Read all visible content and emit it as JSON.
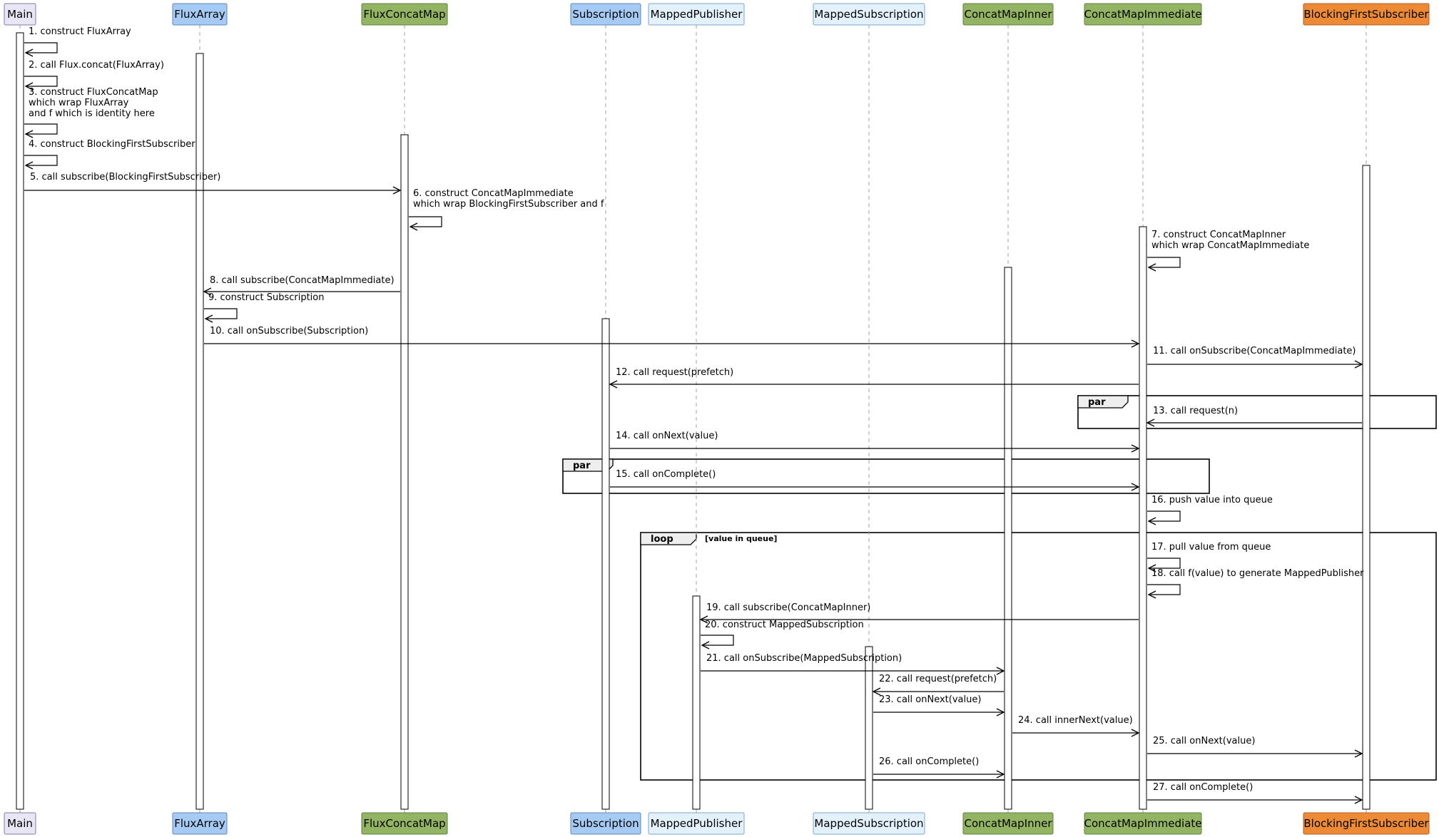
{
  "participants": [
    {
      "key": "main",
      "label": "Main",
      "fill": "#e8e6f4",
      "stroke": "#7f7f9f"
    },
    {
      "key": "fluxarray",
      "label": "FluxArray",
      "fill": "#a5cbf5",
      "stroke": "#5f87b7"
    },
    {
      "key": "fluxconcatmap",
      "label": "FluxConcatMap",
      "fill": "#93b463",
      "stroke": "#5f7f3f"
    },
    {
      "key": "subscription",
      "label": "Subscription",
      "fill": "#a5cbf5",
      "stroke": "#5f87b7"
    },
    {
      "key": "mappedpublisher",
      "label": "MappedPublisher",
      "fill": "#e3f1fc",
      "stroke": "#7fa5c7"
    },
    {
      "key": "mappedsubscription",
      "label": "MappedSubscription",
      "fill": "#e3f1fc",
      "stroke": "#7fa5c7"
    },
    {
      "key": "concatmapinner",
      "label": "ConcatMapInner",
      "fill": "#93b463",
      "stroke": "#5f7f3f"
    },
    {
      "key": "concatmapimmediate",
      "label": "ConcatMapImmediate",
      "fill": "#93b463",
      "stroke": "#5f7f3f"
    },
    {
      "key": "blockingfirstsubscriber",
      "label": "BlockingFirstSubscriber",
      "fill": "#ec8a35",
      "stroke": "#b7601f"
    }
  ],
  "messages": [
    {
      "n": 1,
      "from": "main",
      "to": "main",
      "lines": [
        "1. construct FluxArray"
      ]
    },
    {
      "n": 2,
      "from": "main",
      "to": "main",
      "lines": [
        "2. call Flux.concat(FluxArray)"
      ]
    },
    {
      "n": 3,
      "from": "main",
      "to": "main",
      "lines": [
        "3. construct FluxConcatMap",
        "which wrap FluxArray",
        "and f which is identity here"
      ]
    },
    {
      "n": 4,
      "from": "main",
      "to": "main",
      "lines": [
        "4. construct BlockingFirstSubscriber"
      ]
    },
    {
      "n": 5,
      "from": "main",
      "to": "fluxconcatmap",
      "lines": [
        "5. call subscribe(BlockingFirstSubscriber)"
      ]
    },
    {
      "n": 6,
      "from": "fluxconcatmap",
      "to": "fluxconcatmap",
      "lines": [
        "6. construct ConcatMapImmediate",
        "which wrap BlockingFirstSubscriber and f"
      ]
    },
    {
      "n": 7,
      "from": "concatmapimmediate",
      "to": "concatmapimmediate",
      "lines": [
        "7. construct ConcatMapInner",
        "which wrap ConcatMapImmediate"
      ]
    },
    {
      "n": 8,
      "from": "fluxconcatmap",
      "to": "fluxarray",
      "lines": [
        "8. call subscribe(ConcatMapImmediate)"
      ]
    },
    {
      "n": 9,
      "from": "fluxarray",
      "to": "fluxarray",
      "lines": [
        "9. construct Subscription"
      ]
    },
    {
      "n": 10,
      "from": "fluxarray",
      "to": "concatmapimmediate",
      "lines": [
        "10. call onSubscribe(Subscription)"
      ]
    },
    {
      "n": 11,
      "from": "concatmapimmediate",
      "to": "blockingfirstsubscriber",
      "lines": [
        "11. call onSubscribe(ConcatMapImmediate)"
      ]
    },
    {
      "n": 12,
      "from": "concatmapimmediate",
      "to": "subscription",
      "lines": [
        "12. call request(prefetch)"
      ]
    },
    {
      "n": 13,
      "from": "blockingfirstsubscriber",
      "to": "concatmapimmediate",
      "lines": [
        "13. call request(n)"
      ]
    },
    {
      "n": 14,
      "from": "subscription",
      "to": "concatmapimmediate",
      "lines": [
        "14. call onNext(value)"
      ]
    },
    {
      "n": 15,
      "from": "subscription",
      "to": "concatmapimmediate",
      "lines": [
        "15. call onComplete()"
      ]
    },
    {
      "n": 16,
      "from": "concatmapimmediate",
      "to": "concatmapimmediate",
      "lines": [
        "16. push value into queue"
      ]
    },
    {
      "n": 17,
      "from": "concatmapimmediate",
      "to": "concatmapimmediate",
      "lines": [
        "17. pull value from queue"
      ]
    },
    {
      "n": 18,
      "from": "concatmapimmediate",
      "to": "concatmapimmediate",
      "lines": [
        "18. call f(value) to generate MappedPublisher"
      ]
    },
    {
      "n": 19,
      "from": "concatmapimmediate",
      "to": "mappedpublisher",
      "lines": [
        "19. call subscribe(ConcatMapInner)"
      ]
    },
    {
      "n": 20,
      "from": "mappedpublisher",
      "to": "mappedpublisher",
      "lines": [
        "20. construct MappedSubscription"
      ]
    },
    {
      "n": 21,
      "from": "mappedpublisher",
      "to": "concatmapinner",
      "lines": [
        "21. call onSubscribe(MappedSubscription)"
      ]
    },
    {
      "n": 22,
      "from": "concatmapinner",
      "to": "mappedsubscription",
      "lines": [
        "22. call request(prefetch)"
      ]
    },
    {
      "n": 23,
      "from": "mappedsubscription",
      "to": "concatmapinner",
      "lines": [
        "23. call onNext(value)"
      ]
    },
    {
      "n": 24,
      "from": "concatmapinner",
      "to": "concatmapimmediate",
      "lines": [
        "24. call innerNext(value)"
      ]
    },
    {
      "n": 25,
      "from": "concatmapimmediate",
      "to": "blockingfirstsubscriber",
      "lines": [
        "25. call onNext(value)"
      ]
    },
    {
      "n": 26,
      "from": "mappedsubscription",
      "to": "concatmapinner",
      "lines": [
        "26. call onComplete()"
      ]
    },
    {
      "n": 27,
      "from": "concatmapimmediate",
      "to": "blockingfirstsubscriber",
      "lines": [
        "27. call onComplete()"
      ]
    }
  ],
  "fragments": [
    {
      "kind": "par",
      "label": "par",
      "guard": ""
    },
    {
      "kind": "par",
      "label": "par",
      "guard": ""
    },
    {
      "kind": "loop",
      "label": "loop",
      "guard": "[value in queue]"
    }
  ]
}
